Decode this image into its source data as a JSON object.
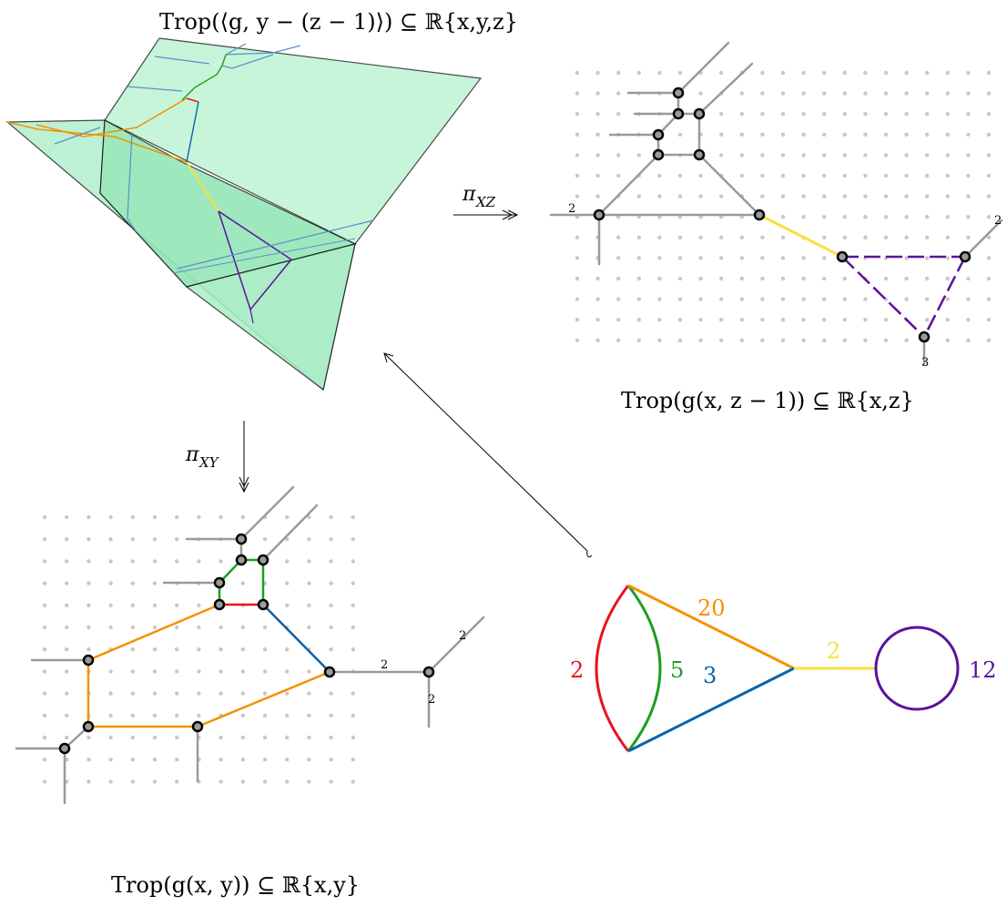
{
  "captions": {
    "top_left": "Trop(⟨g, y − (z − 1)⟩) ⊆ ℝ{x,y,z}",
    "top_right": "Trop(g(x, z − 1)) ⊆ ℝ{x,z}",
    "bottom_left": "Trop(g(x, y)) ⊆ ℝ{x,y}"
  },
  "arrows": {
    "xz": "π",
    "xz_sub": "XZ",
    "xy": "π",
    "xy_sub": "XY"
  },
  "multiplicities": {
    "xz_left": "2",
    "xz_right": "2",
    "xz_bottom": "3",
    "xy_edge": "2",
    "xy_upper": "2",
    "xy_lower": "2"
  },
  "graph": {
    "edges": [
      {
        "label": "2",
        "color": "#e8141c"
      },
      {
        "label": "5",
        "color": "#1e9e1e"
      },
      {
        "label": "20",
        "color": "#f39200"
      },
      {
        "label": "3",
        "color": "#0a62a9"
      },
      {
        "label": "2",
        "color": "#f7e23c"
      },
      {
        "label": "12",
        "color": "#5b139a"
      }
    ]
  },
  "colors": {
    "surface": "#b7f2cf",
    "surface_dark": "#8fe8b6",
    "grid_dot": "#c8c8c8",
    "tropical_gray": "#9a9a9a",
    "red": "#e8141c",
    "green": "#1e9e1e",
    "orange": "#f39200",
    "blue": "#0a62a9",
    "yellow": "#f7e23c",
    "purple": "#5b139a"
  }
}
